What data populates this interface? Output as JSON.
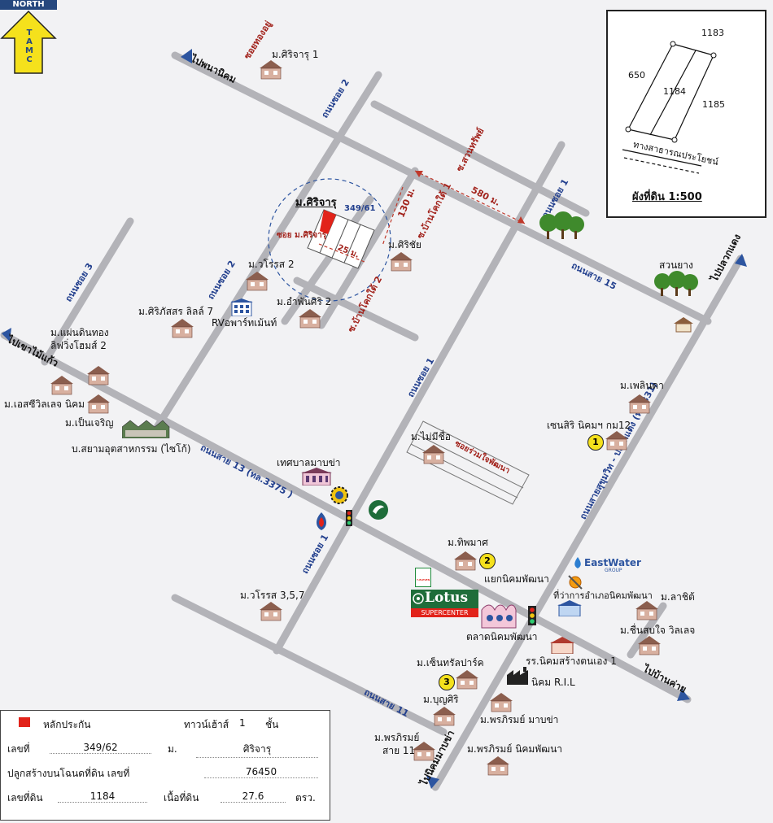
{
  "compass": {
    "north": "NORTH",
    "tamc": [
      "T",
      "A",
      "M",
      "C"
    ]
  },
  "roads": {
    "soi2_top": "ถนนซอย 2",
    "soi2_mid": "ถนนซอย 2",
    "soi3": "ถนนซอย 3",
    "soi1_top": "ถนนซอย 1",
    "soi1_mid": "ถนนซอย 1",
    "soi1_low": "ถนนซอย 1",
    "sai15": "ถนนสาย 15",
    "sai13": "ถนนสาย 13 (ทล.3375 )",
    "sai11": "ถนนสาย 11",
    "sukhumvit": "ถนนสายสุขุมวิท - ปลวกแดง (ทล.331)"
  },
  "red_labels": {
    "soi_thongyoo": "ซอยทองอยู่",
    "soi_sirijaru": "ซอย ม.ศิริจารุ",
    "ban_suan_top": "ซ.สวนทรัพย์",
    "ban_koklai_1": "ซ.บ้านโคกใต้ 1",
    "ban_koklai_2": "ซ.บ้านโคกใต้ 2",
    "dist_580": "580 ม.",
    "dist_130": "130 ม.",
    "dist_25": "25 ม.",
    "soi_ruamjai": "ซอยร่วมใจพัฒนา"
  },
  "directions": {
    "to_phanat": "ไปพนานิคม",
    "to_khao_mai_kaew": "ไปเขาไม้แก้ว",
    "to_pluak_daeng": "ไปปลวกแดง",
    "to_ban_khai": "ไปบ้านค่าย",
    "to_nikhom_maptaphut": "ไปนิคมมาบข่า"
  },
  "places": {
    "sirijaru1": "ม.ศิริจารุ 1",
    "sirijaru": "ม.ศิริจารุ",
    "parcel_no": "349/61",
    "sirichai": "ม.ศิริชัย",
    "woraros2": "ม.วโรรส 2",
    "amphansiri2": "ม.อำพันศิริ 2",
    "sirapatson": "ม.ศิริภัสสร ลิลล์ 7",
    "rv_apartment": "RVอพาร์ทเม้นท์",
    "pandinthong": "ม.แผ่นดินทอง",
    "living_home2": "ลิฟวิ่งโฮมส์ 2",
    "et_life": "ม.เอสซีวิลเลจ นิคม",
    "pen_charoen": "ม.เป็นเจริญ",
    "bor_siam": "บ.สยามอุตสาหกรรม (ไซโก้)",
    "mabkha_municipal": "เทศบาลมาบข่า",
    "mai_chue": "ม.ไม่มีชื่อ",
    "phenida": "ม.เพลินดา",
    "sensiri": "เซนสิริ นิคมฯ กม12",
    "tipmas": "ม.ทิพมาศ",
    "intersection": "แยกนิคมพัฒนา",
    "district_office": "ที่ว่าการอำเภอนิคมพัฒนา",
    "lachit": "ม.ลาชิต้",
    "chuen_village": "ม.ชื่นสบใจ วิลเลจ",
    "woraros357": "ม.วโรรส 3,5,7",
    "lotus": "Lotus",
    "supercenter": "SUPERCENTER",
    "market": "ตลาดนิคมพัฒนา",
    "school": "รร.นิคมสร้างตนเอง 1",
    "central_park": "ม.เซ็นทรัลปาร์ค",
    "ril": "นิคม R.I.L",
    "boonsiri": "ม.บุญศิริ",
    "pornphirom_mabkha": "ม.พรภิรมย์ มาบข่า",
    "pornphirom_11": "ม.พรภิรมย์",
    "sai11_label": "สาย 11",
    "pornphirom_nikhom": "ม.พรภิรมย์ นิคมพัฒนา",
    "suan_yang": "สวนยาง",
    "eastwater": "EastWater",
    "eastwater_group": "GROUP",
    "seven_eleven": "7-ELEVEN",
    "circle1": "1",
    "circle2": "2",
    "circle3": "3"
  },
  "plot_map": {
    "n1183": "1183",
    "n650": "650",
    "n1184": "1184",
    "n1185": "1185",
    "public_way": "ทางสาธารณประโยชน์",
    "title": "ผังที่ดิน 1:500"
  },
  "legend": {
    "collateral": "หลักประกัน",
    "type_label": "ทาวน์เฮ้าส์",
    "floors": "1",
    "floor_unit": "ชั้น",
    "no_label": "เลขที่",
    "no_value": "349/62",
    "village_label": "ม.",
    "village_value": "ศิริจารุ",
    "deed_label": "ปลูกสร้างบนโฉนดที่ดิน เลขที่",
    "deed_value": "76450",
    "land_no_label": "เลขที่ดิน",
    "land_no_value": "1184",
    "area_label": "เนื้อที่ดิน",
    "area_value": "27.6",
    "area_unit": "ตรว."
  },
  "colors": {
    "road": "#b3b3b8",
    "road_label": "#23408e",
    "red_text": "#a2231c",
    "collateral": "#e2231a",
    "compass": "#f5e11c",
    "tree": "#3f8a2c"
  }
}
